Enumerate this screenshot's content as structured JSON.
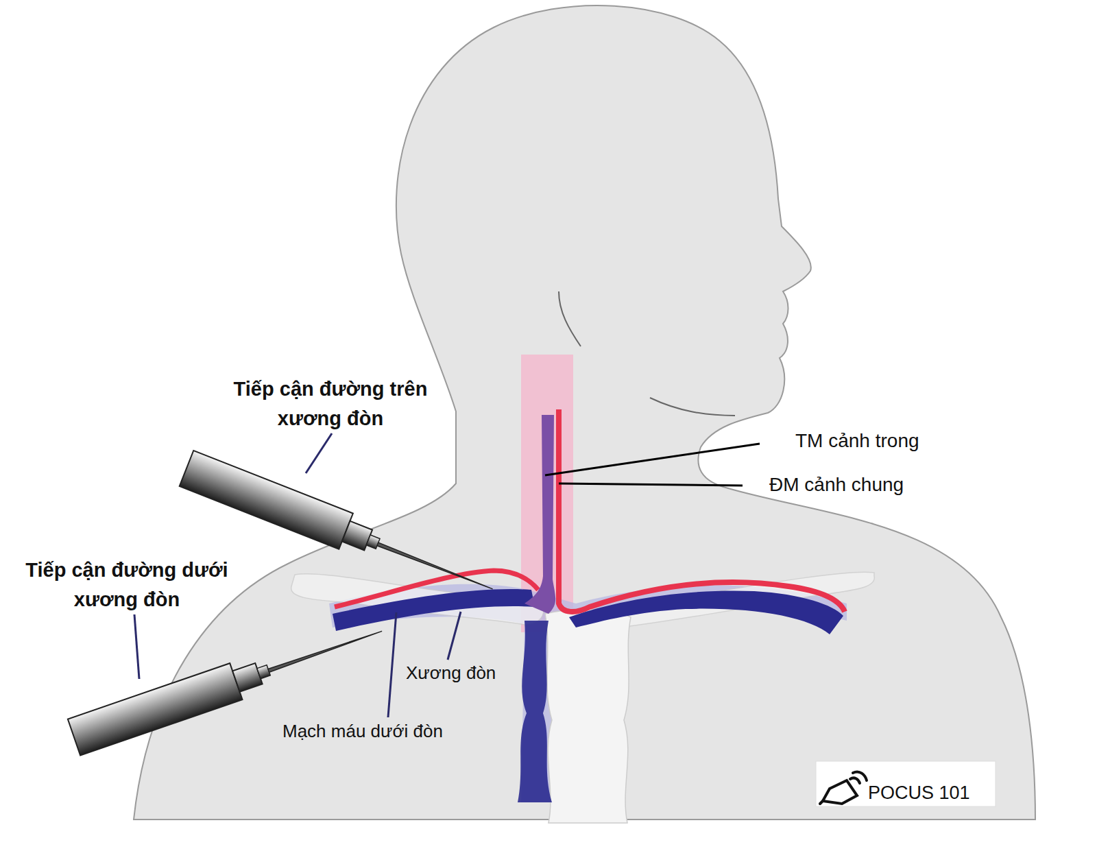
{
  "diagram": {
    "labels": [
      "Tiếp cận đường trên xương đòn",
      "Tiếp cận đường dưới xương đòn",
      "TM cảnh trong",
      "ĐM cảnh chung",
      "Xương đòn",
      "Mạch máu dưới đòn",
      "POCUS 101"
    ]
  }
}
